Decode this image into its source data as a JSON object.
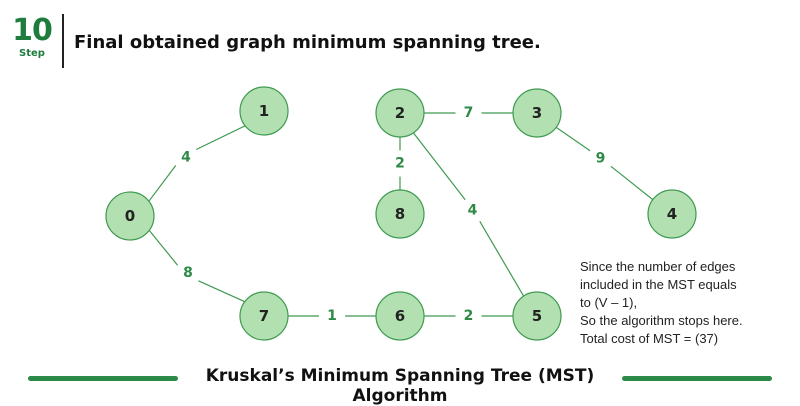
{
  "step": {
    "number": "10",
    "label": "Step"
  },
  "heading": "Final obtained graph minimum spanning tree.",
  "nodes": [
    "0",
    "1",
    "2",
    "3",
    "4",
    "5",
    "6",
    "7",
    "8"
  ],
  "edges": [
    {
      "from": "0",
      "to": "1",
      "weight": "4"
    },
    {
      "from": "0",
      "to": "7",
      "weight": "8"
    },
    {
      "from": "7",
      "to": "6",
      "weight": "1"
    },
    {
      "from": "6",
      "to": "5",
      "weight": "2"
    },
    {
      "from": "2",
      "to": "8",
      "weight": "2"
    },
    {
      "from": "2",
      "to": "3",
      "weight": "7"
    },
    {
      "from": "2",
      "to": "5",
      "weight": "4"
    },
    {
      "from": "3",
      "to": "4",
      "weight": "9"
    }
  ],
  "note": {
    "lines": [
      "Since the number of edges",
      "included in the MST equals",
      "to (V – 1),",
      "So the algorithm stops here.",
      "Total cost of MST = (37)"
    ]
  },
  "footer_title": "Kruskal’s Minimum Spanning Tree (MST) Algorithm",
  "colors": {
    "accent": "#1e7d3d",
    "node_fill": "#b3e0b1",
    "node_stroke": "#3f9a51",
    "edge": "#3f9a51",
    "weight_text": "#2f8a47"
  }
}
